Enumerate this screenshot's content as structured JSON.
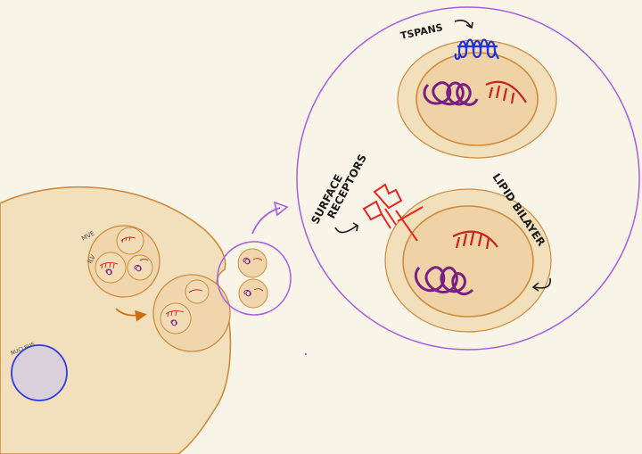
{
  "labels": {
    "mve": "MVE",
    "ilv": "ILV",
    "nucleus": "NUCLEUS",
    "tspans": "TSPANS",
    "surface_line1": "SURFACE",
    "surface_line2": "RECEPTORS",
    "lipid_bilayer": "LIPID BILAYER"
  },
  "colors": {
    "background": "#f8f5e8",
    "cell_fill": "#f2dfbc",
    "membrane": "#cf8a3a",
    "vesicle_fill": "#efd6ad",
    "nucleus_fill": "#d9d0dc",
    "nucleus_stroke": "#2f3ce0",
    "zoom_circle": "#a65de0",
    "tspan": "#2430d8",
    "receptor": "#e8241f",
    "rna_red": "#c8231a",
    "dna_purple": "#7a1f82",
    "arrow_orange": "#d06a10"
  },
  "icons": {
    "flow_arrow": "arrow-right-icon",
    "zoom_arrow": "arrow-up-right-icon",
    "pointer_arrows": "curved-arrow-icon"
  }
}
